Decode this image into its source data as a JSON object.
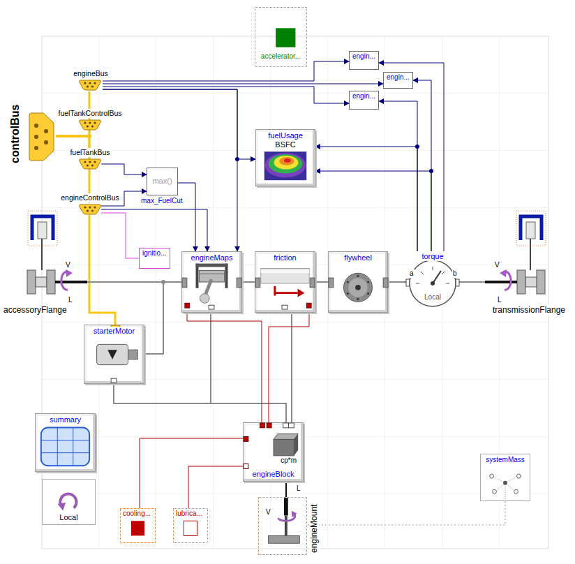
{
  "diagram": {
    "nodes": [
      {
        "text": [
          "accelerator..."
        ]
      },
      {
        "text": [
          "engin..."
        ]
      },
      {
        "text": [
          "engin..."
        ]
      },
      {
        "text": [
          "engin..."
        ]
      },
      {
        "text": [
          "engineBus"
        ]
      },
      {
        "text": [
          "controlBus"
        ]
      },
      {
        "text": [
          "fuelTankControlBus"
        ]
      },
      {
        "text": [
          "fuelUsage",
          "BSFC"
        ]
      },
      {
        "text": [
          "fuelTankBus"
        ]
      },
      {
        "text": [
          "max()",
          "max_FuelCut"
        ]
      },
      {
        "text": [
          "engineControlBus"
        ]
      },
      {
        "text": [
          "ignitio..."
        ]
      },
      {
        "text": [
          "accessoryFlange"
        ]
      },
      {
        "text": [
          "engineMaps"
        ]
      },
      {
        "text": [
          "friction"
        ]
      },
      {
        "text": [
          "flywheel"
        ]
      },
      {
        "text": [
          "torque",
          "Local"
        ]
      },
      {
        "text": [
          "transmissionFlange"
        ]
      },
      {
        "text": [
          "starterMotor"
        ]
      },
      {
        "text": [
          "summary"
        ]
      },
      {
        "text": [
          "Local"
        ]
      },
      {
        "text": [
          "cp*m",
          "engineBlock"
        ]
      },
      {
        "text": [
          "cooling..."
        ]
      },
      {
        "text": [
          "lubrica..."
        ]
      },
      {
        "text": [
          "engineMount"
        ]
      },
      {
        "text": [
          "systemMass"
        ]
      }
    ],
    "edges": [
      {
        "from": 4,
        "to": 1,
        "arrow": "to"
      },
      {
        "from": 4,
        "to": 2,
        "arrow": "to"
      },
      {
        "from": 4,
        "to": 3,
        "arrow": "to"
      },
      {
        "from": 16,
        "to": 1,
        "arrow": "to"
      },
      {
        "from": 16,
        "to": 2,
        "arrow": "to"
      },
      {
        "from": 16,
        "to": 3,
        "arrow": "to"
      },
      {
        "from": 16,
        "to": 7,
        "arrow": "to"
      },
      {
        "from": 16,
        "to": 7,
        "arrow": "to"
      },
      {
        "from": 4,
        "to": 7,
        "arrow": "to"
      },
      {
        "from": 4,
        "to": 13,
        "arrow": "to"
      },
      {
        "from": 5,
        "to": 4,
        "arrow": "none"
      },
      {
        "from": 5,
        "to": 6,
        "arrow": "none"
      },
      {
        "from": 5,
        "to": 8,
        "arrow": "none"
      },
      {
        "from": 5,
        "to": 10,
        "arrow": "none"
      },
      {
        "from": 10,
        "to": 18,
        "arrow": "none"
      },
      {
        "from": 8,
        "to": 9,
        "arrow": "to"
      },
      {
        "from": 10,
        "to": 9,
        "arrow": "to"
      },
      {
        "from": 9,
        "to": 13,
        "arrow": "to"
      },
      {
        "from": 10,
        "to": 13,
        "arrow": "to"
      },
      {
        "from": 10,
        "to": 11,
        "arrow": "none"
      },
      {
        "from": 12,
        "to": 13,
        "arrow": "none"
      },
      {
        "from": 13,
        "to": 14,
        "arrow": "none"
      },
      {
        "from": 14,
        "to": 15,
        "arrow": "none"
      },
      {
        "from": 15,
        "to": 16,
        "arrow": "none"
      },
      {
        "from": 16,
        "to": 17,
        "arrow": "none"
      },
      {
        "from": 18,
        "to": 13,
        "arrow": "none"
      },
      {
        "from": 18,
        "to": 21,
        "arrow": "none"
      },
      {
        "from": 13,
        "to": 21,
        "arrow": "none"
      },
      {
        "from": 14,
        "to": 21,
        "arrow": "none"
      },
      {
        "from": 13,
        "to": 21,
        "arrow": "none"
      },
      {
        "from": 14,
        "to": 21,
        "arrow": "none"
      },
      {
        "from": 22,
        "to": 21,
        "arrow": "none"
      },
      {
        "from": 23,
        "to": 21,
        "arrow": "none"
      },
      {
        "from": 21,
        "to": 24,
        "arrow": "none"
      },
      {
        "from": 25,
        "to": 24,
        "arrow": "none"
      }
    ],
    "labels": [
      "V",
      "L",
      "V",
      "L",
      "a",
      "b",
      "V",
      "L"
    ]
  }
}
